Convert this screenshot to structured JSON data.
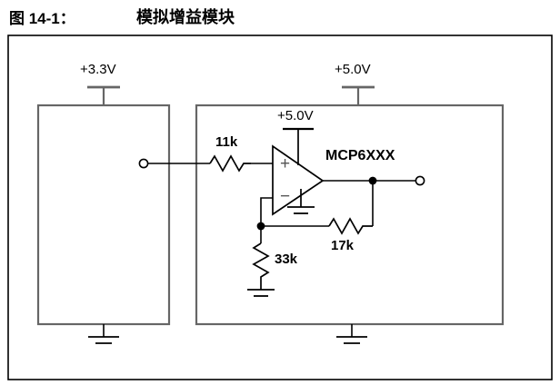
{
  "figure": {
    "number_label": "图 14-1：",
    "title": "模拟增益模块"
  },
  "schematic": {
    "type": "analog-gain-module",
    "supplies": [
      {
        "name": "left-block-supply",
        "label": "+3.3V"
      },
      {
        "name": "right-block-supply",
        "label": "+5.0V"
      },
      {
        "name": "opamp-supply",
        "label": "+5.0V"
      }
    ],
    "components": [
      {
        "name": "input-series-resistor",
        "label": "11k",
        "orientation": "horizontal"
      },
      {
        "name": "pulldown-resistor",
        "label": "33k",
        "orientation": "vertical"
      },
      {
        "name": "feedback-resistor",
        "label": "17k",
        "orientation": "horizontal"
      },
      {
        "name": "operational-amplifier",
        "label": "MCP6XXX",
        "plus": "+",
        "minus": "−"
      }
    ],
    "terminals": [
      {
        "name": "input-terminal",
        "kind": "open-circle"
      },
      {
        "name": "output-terminal",
        "kind": "open-circle"
      }
    ],
    "grounds": [
      {
        "name": "left-block-ground"
      },
      {
        "name": "right-block-ground"
      },
      {
        "name": "opamp-ground"
      },
      {
        "name": "pulldown-ground"
      }
    ],
    "colors": {
      "wire": "#000000",
      "block_outline": "#666666",
      "text": "#000000",
      "sign_text": "#555555"
    }
  }
}
